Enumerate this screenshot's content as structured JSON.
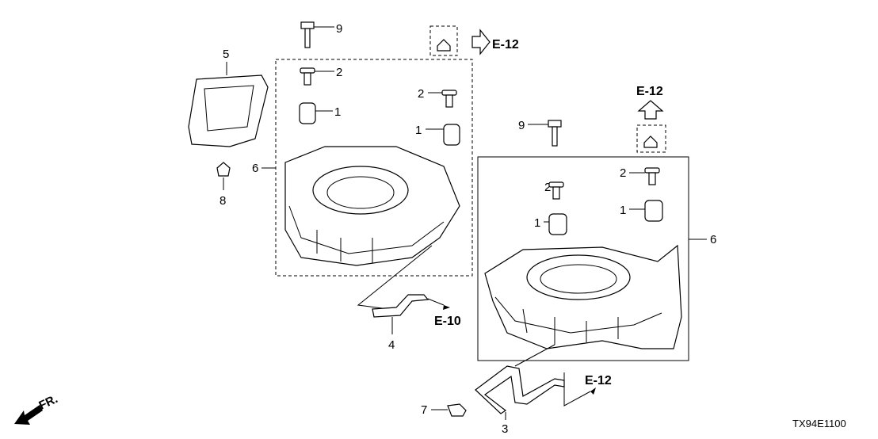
{
  "diagram": {
    "code": "TX94E1100",
    "front_label": "FR.",
    "callouts": {
      "c1a": "1",
      "c1b": "1",
      "c1c": "1",
      "c1d": "1",
      "c2a": "2",
      "c2b": "2",
      "c2c": "2",
      "c2d": "2",
      "c3": "3",
      "c4": "4",
      "c5": "5",
      "c6a": "6",
      "c6b": "6",
      "c7": "7",
      "c8": "8",
      "c9a": "9",
      "c9b": "9"
    },
    "refs": {
      "top": "E-12",
      "right_up": "E-12",
      "hose_left": "E-10",
      "hose_right": "E-12"
    }
  }
}
